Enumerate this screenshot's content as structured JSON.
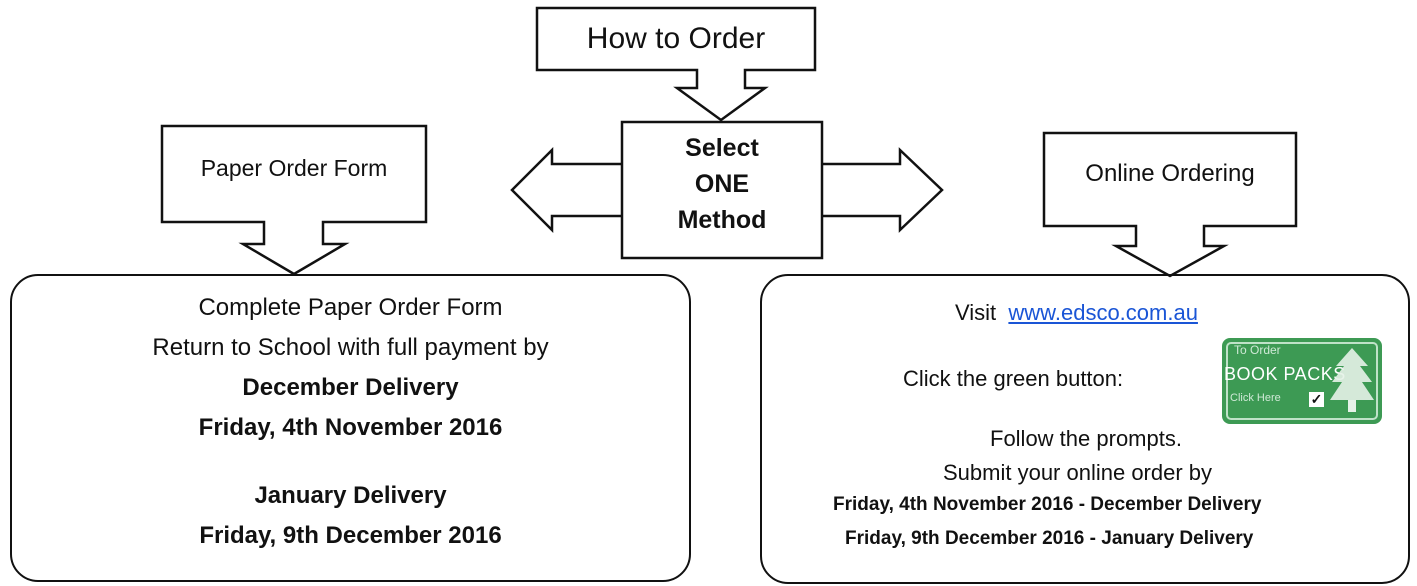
{
  "title": "How to Order",
  "select": {
    "line1": "Select",
    "line2": "ONE",
    "line3": "Method"
  },
  "paper": {
    "label": "Paper Order Form",
    "lines": [
      "Complete Paper Order Form",
      "Return to School with full payment by",
      "December Delivery",
      "Friday,  4th  November 2016",
      "January Delivery",
      "Friday,  9th  December 2016"
    ]
  },
  "online": {
    "label": "Online Ordering",
    "visit_prefix": "Visit",
    "url": "www.edsco.com.au",
    "click_text": "Click the green button:",
    "follow": "Follow the prompts.",
    "submit": "Submit your online order by",
    "deadline1": "Friday,  4th  November 2016 - December Delivery",
    "deadline2": "Friday,  9th  December 2016 - January Delivery"
  },
  "badge": {
    "top": "To Order",
    "main": "BOOK PACKS",
    "bottom": "Click Here",
    "check": "✓"
  },
  "colors": {
    "link": "#1a55d6",
    "badge_green": "#3d9a54",
    "stroke": "#111111"
  }
}
